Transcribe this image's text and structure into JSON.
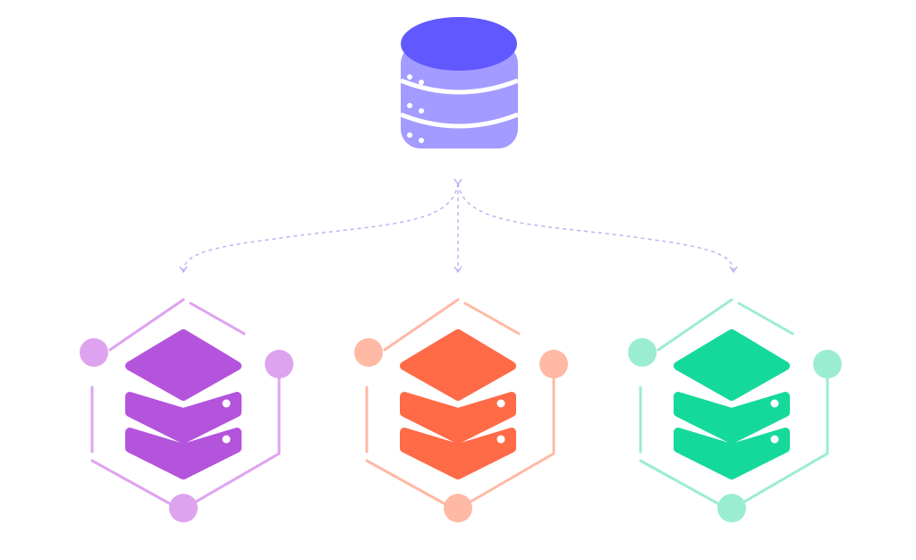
{
  "diagram": {
    "source": {
      "icon": "database-icon",
      "colors": {
        "top": "#6158FF",
        "body": "#A39BFF",
        "dots": "#FFFFFF"
      }
    },
    "connector": {
      "color": "#B6B0F5",
      "style": "dashed"
    },
    "nodes": [
      {
        "id": "purple",
        "icon": "server-stack-icon",
        "colors": {
          "stack": "#B454DD",
          "frame": "#DEA3EF",
          "dot": "#FFFFFF"
        }
      },
      {
        "id": "orange",
        "icon": "server-stack-icon",
        "colors": {
          "stack": "#FF6A47",
          "frame": "#FFB9A5",
          "dot": "#FFFFFF"
        }
      },
      {
        "id": "green",
        "icon": "server-stack-icon",
        "colors": {
          "stack": "#14D99B",
          "frame": "#9BEDD2",
          "dot": "#FFFFFF"
        }
      }
    ]
  }
}
